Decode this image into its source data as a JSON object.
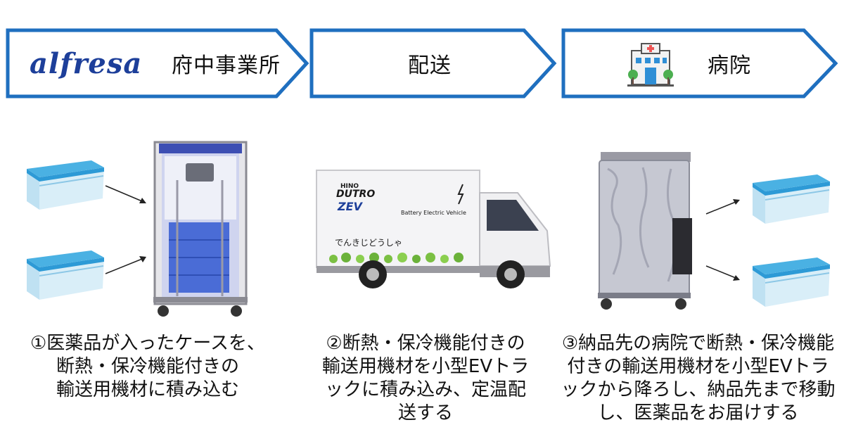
{
  "steps": [
    {
      "logo_text": "alfresa",
      "label": "府中事業所"
    },
    {
      "label": "配送"
    },
    {
      "label": "病院"
    }
  ],
  "captions": [
    [
      "①医薬品が入ったケースを、",
      "断熱・保冷機能付きの",
      "輸送用機材に積み込む"
    ],
    [
      "②断熱・保冷機能付きの",
      "輸送用機材を小型EVトラ",
      "ックに積み込み、定温配",
      "送する"
    ],
    [
      "③納品先の病院で断熱・保冷機能",
      "付きの輸送用機材を小型EVトラ",
      "ックから降ろし、納品先まで移動",
      "し、医薬品をお届けする"
    ]
  ],
  "truck": {
    "brand_small": "HINO",
    "brand": "DUTRO",
    "model": "ZEV",
    "tagline": "Battery Electric Vehicle",
    "side_text": "でんきじどうしゃ"
  },
  "colors": {
    "chevron_border": "#1f6fbf",
    "logo": "#1d3f9a",
    "case_blue": "#3a9fd8"
  },
  "icons": [
    "hospital-icon"
  ]
}
